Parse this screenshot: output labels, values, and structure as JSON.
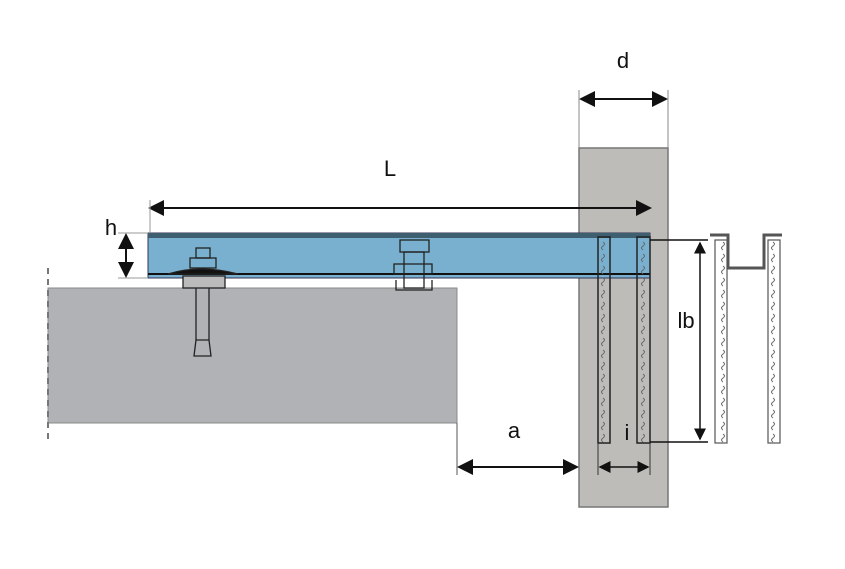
{
  "labels": {
    "L": "L",
    "h": "h",
    "d": "d",
    "a": "a",
    "lb": "lb",
    "i": "i"
  },
  "colors": {
    "plate": "#7ab0cf",
    "plate_top": "#3d5f6f",
    "concrete": "#b0b2b5",
    "column": "#bdbcb8"
  }
}
